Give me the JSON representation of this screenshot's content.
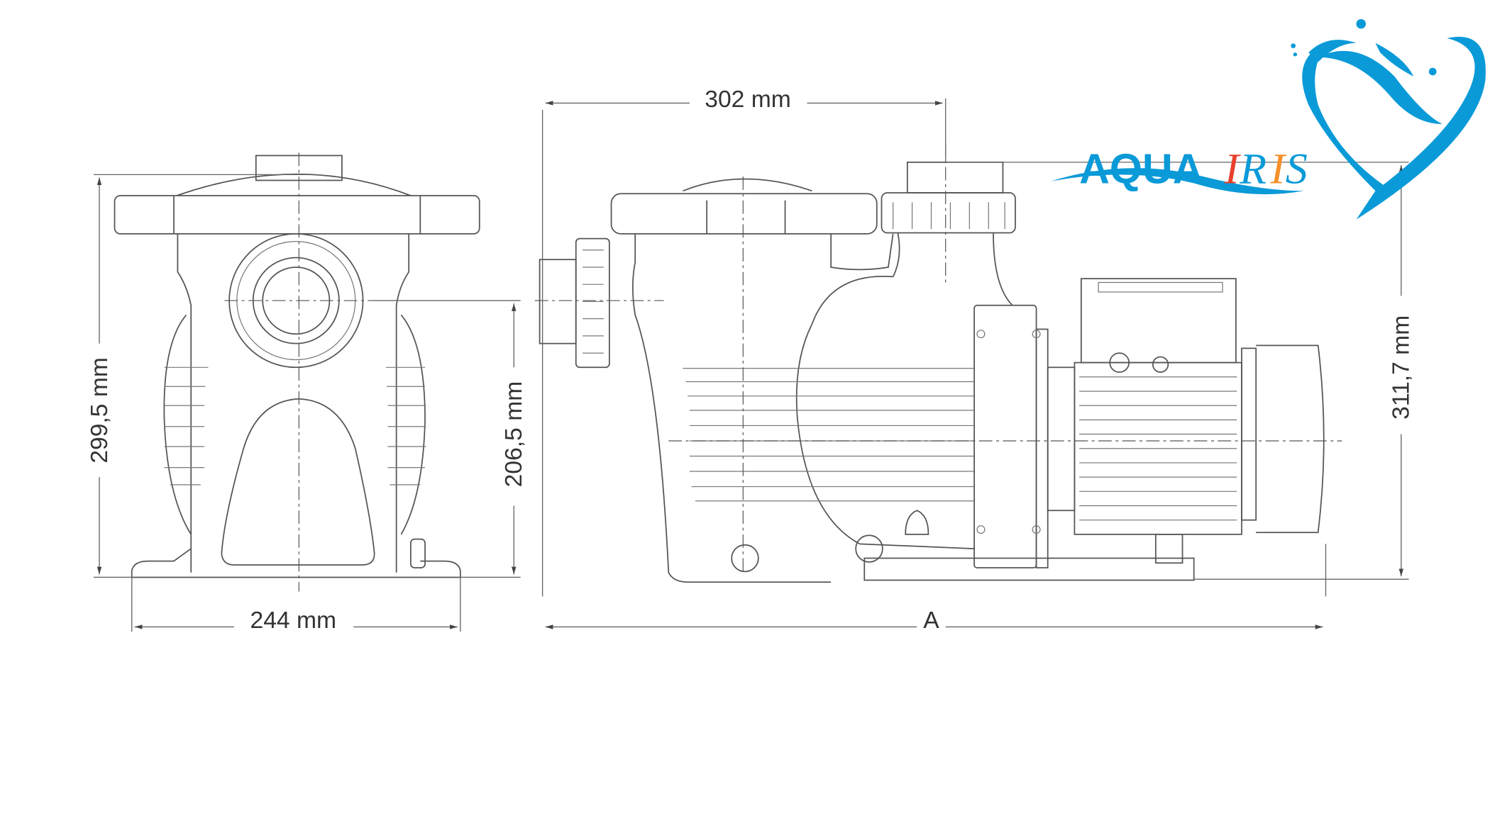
{
  "dimensions": {
    "front_height": "299,5 mm",
    "front_port_height": "206,5 mm",
    "front_width": "244 mm",
    "side_inlet_to_outlet": "302 mm",
    "side_length": "A",
    "side_height": "311,7 mm"
  },
  "logo": {
    "brand_part1": "AQUA",
    "brand_part2": [
      "I",
      "R",
      "I",
      "S"
    ],
    "colors": {
      "blue": "#0a9ad8",
      "red": "#e8412c",
      "orange": "#f5902a"
    }
  }
}
